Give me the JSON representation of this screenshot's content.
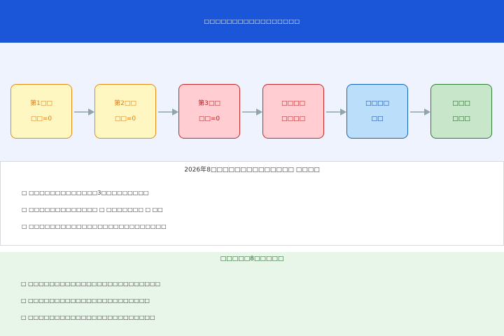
{
  "header": {
    "title": "□□□□□□□□□□□□□□□□□"
  },
  "flow": {
    "nodes": [
      {
        "line1": "第1□□",
        "line2": "□□=0"
      },
      {
        "line1": "第2□□",
        "line2": "□□=0"
      },
      {
        "line1": "第3□□",
        "line2": "□□=0"
      },
      {
        "line1": "□□□□",
        "line2": "□□□□"
      },
      {
        "line1": "□□□□",
        "line2": "□□"
      },
      {
        "line1": "□□□",
        "line2": "□□□"
      }
    ]
  },
  "notes": {
    "title": "2026年8□□□□□□□□□□□□□□ □□□□",
    "items": [
      "□ □□□□□□□□□□□□□3□□□□□□□□□",
      "□ □□□□□□□□□□□□□ □ □□□□□□□ □ □□",
      "□ □□□□□□□□□□□□□□□□□□□□□□□□□□"
    ]
  },
  "recommendations": {
    "title": "□□□□□8□□□□□",
    "items": [
      "□ □□□□□□□□□□□□□□□□□□□□□□□□□",
      "□ □□□□□□□□□□□□□□□□□□□□□□□",
      "□ □□□□□□□□□□□□□□□□□□□□□□□□"
    ]
  },
  "colors": {
    "header": "#1b56d9",
    "flow_background": "#eef3fd",
    "yellow_fill": "#fff7c2",
    "yellow_border": "#e88a17",
    "red_fill": "#ffcdd2",
    "red_border": "#c62828",
    "blue_fill": "#bbdefb",
    "blue_border": "#1565c0",
    "green_fill": "#c8e6c9",
    "green_border": "#2e7d32",
    "arrow": "#90a4ae",
    "recommendation_background": "#e8f5e9"
  }
}
